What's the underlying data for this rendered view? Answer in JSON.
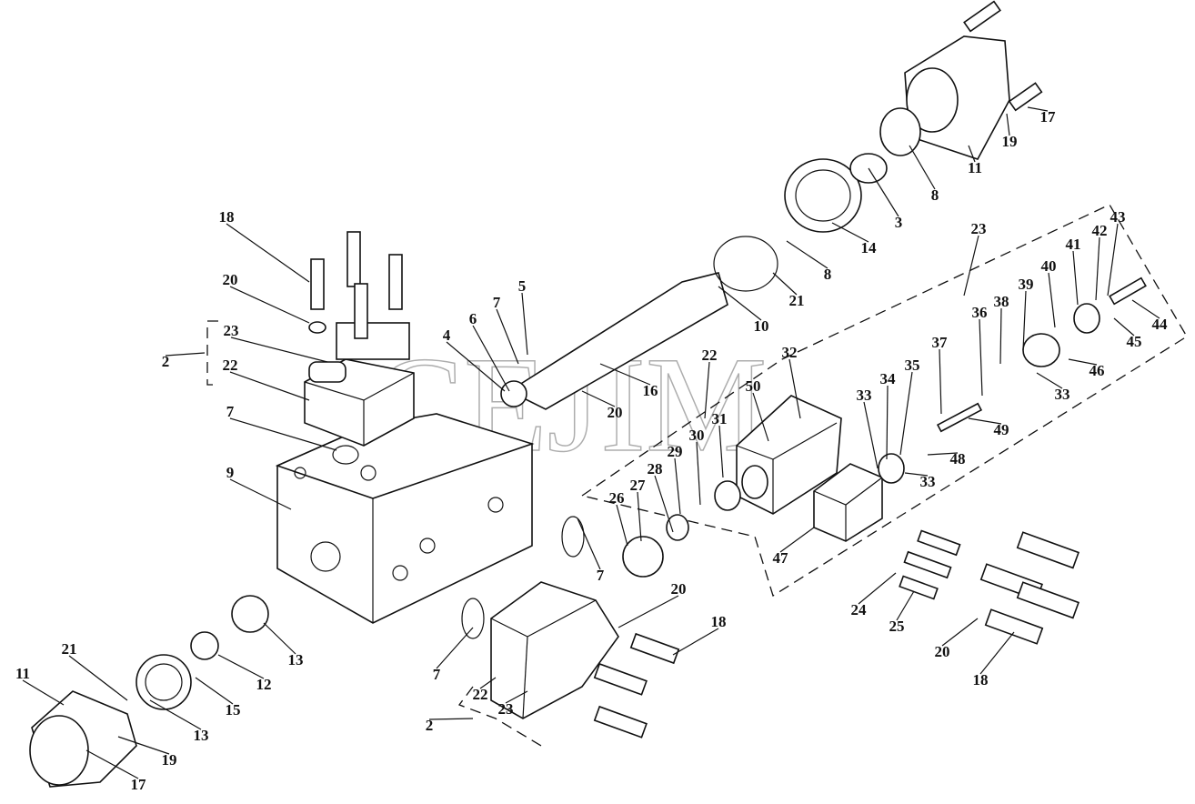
{
  "diagram": {
    "watermark": "CEJIM",
    "labels": [
      "17",
      "19",
      "11",
      "8",
      "3",
      "14",
      "8",
      "21",
      "10",
      "23",
      "43",
      "42",
      "41",
      "40",
      "39",
      "38",
      "36",
      "37",
      "44",
      "45",
      "46",
      "33",
      "49",
      "48",
      "33",
      "35",
      "34",
      "33",
      "32",
      "50",
      "22",
      "31",
      "30",
      "29",
      "28",
      "27",
      "26",
      "7",
      "47",
      "18",
      "20",
      "23",
      "22",
      "2",
      "7",
      "9",
      "5",
      "7",
      "6",
      "4",
      "16",
      "20",
      "13",
      "12",
      "15",
      "13",
      "19",
      "17",
      "11",
      "21",
      "20",
      "18",
      "7",
      "22",
      "23",
      "2",
      "24",
      "25",
      "20",
      "18"
    ]
  }
}
